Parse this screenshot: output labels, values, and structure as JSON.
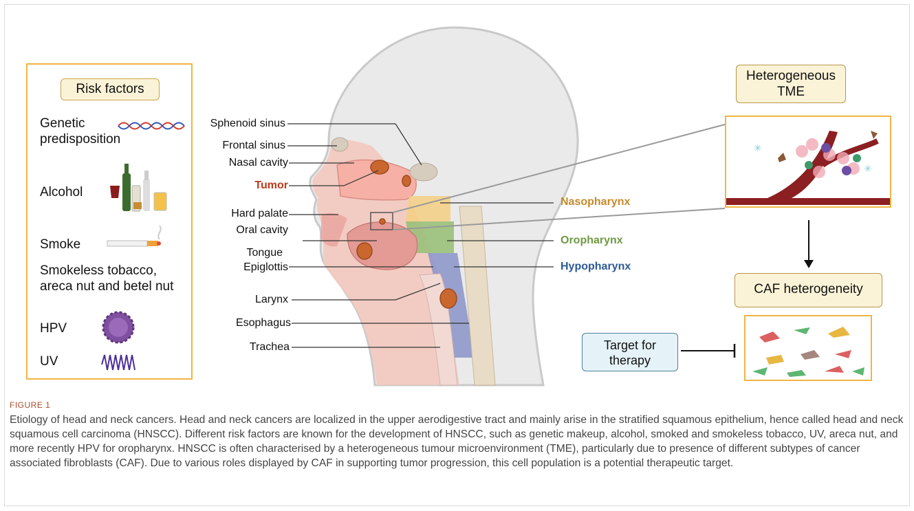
{
  "risk_factors": {
    "title": "Risk factors",
    "items": {
      "genetic": "Genetic predisposition",
      "alcohol": "Alcohol",
      "smoke": "Smoke",
      "smokeless": "Smokeless tobacco, areca nut and betel nut",
      "hpv": "HPV",
      "uv": "UV"
    }
  },
  "anatomy_left": {
    "sphenoid": "Sphenoid sinus",
    "frontal": "Frontal sinus",
    "nasal": "Nasal cavity",
    "tumor": "Tumor",
    "hard_palate": "Hard palate",
    "oral": "Oral cavity",
    "tongue": "Tongue",
    "epiglottis": "Epiglottis",
    "larynx": "Larynx",
    "esophagus": "Esophagus",
    "trachea": "Trachea"
  },
  "anatomy_right": {
    "nasopharynx": "Nasopharynx",
    "oropharynx": "Oropharynx",
    "hypopharynx": "Hypopharynx"
  },
  "right_panel": {
    "tme": "Heterogeneous TME",
    "caf": "CAF heterogeneity",
    "therapy": "Target for therapy"
  },
  "colors": {
    "tumor": "#c0391b",
    "nasopharynx": "#c58a2c",
    "oropharynx": "#6f9a43",
    "hypopharynx": "#2c5a96",
    "panel_border": "#f0b443"
  },
  "caption": {
    "figure": "FIGURE 1",
    "text": "Etiology of head and neck cancers. Head and neck cancers are localized in the upper aerodigestive tract and mainly arise in the stratified squamous epithelium, hence called head and neck squamous cell carcinoma (HNSCC). Different risk factors are known for the development of HNSCC, such as genetic makeup, alcohol, smoked and smokeless tobacco, UV, areca nut, and more recently HPV for oropharynx. HNSCC is often characterised by a heterogeneous tumour microenvironment (TME), particularly due to presence of different subtypes of cancer associated fibroblasts (CAF). Due to various roles displayed by CAF in supporting tumor progression, this cell population is a potential therapeutic target."
  }
}
